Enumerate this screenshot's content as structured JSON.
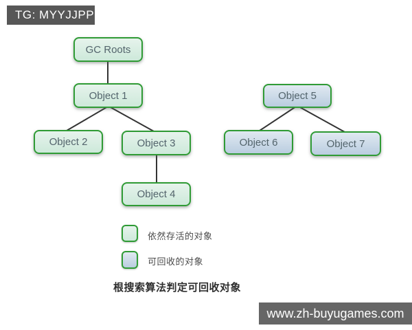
{
  "tag": {
    "label": "TG: MYYJJPP",
    "bg": "#575757",
    "fg": "#ffffff"
  },
  "diagram": {
    "nodes": [
      {
        "id": "gc-roots",
        "label": "GC Roots",
        "type": "alive"
      },
      {
        "id": "object-1",
        "label": "Object 1",
        "type": "alive"
      },
      {
        "id": "object-2",
        "label": "Object 2",
        "type": "alive"
      },
      {
        "id": "object-3",
        "label": "Object 3",
        "type": "alive"
      },
      {
        "id": "object-4",
        "label": "Object 4",
        "type": "alive"
      },
      {
        "id": "object-5",
        "label": "Object 5",
        "type": "recyclable"
      },
      {
        "id": "object-6",
        "label": "Object 6",
        "type": "recyclable"
      },
      {
        "id": "object-7",
        "label": "Object 7",
        "type": "recyclable"
      }
    ],
    "edges": [
      {
        "from": "gc-roots",
        "to": "object-1"
      },
      {
        "from": "object-1",
        "to": "object-2"
      },
      {
        "from": "object-1",
        "to": "object-3"
      },
      {
        "from": "object-3",
        "to": "object-4"
      },
      {
        "from": "object-5",
        "to": "object-6"
      },
      {
        "from": "object-5",
        "to": "object-7"
      }
    ],
    "colors": {
      "node_border": "#2f9b35",
      "alive_fill_top": "#e6f3ec",
      "alive_fill_bottom": "#cde9da",
      "recyclable_fill_top": "#e0e9f1",
      "recyclable_fill_bottom": "#bacde0",
      "edge_line": "#333333",
      "node_text": "#53646c"
    }
  },
  "legend": {
    "items": [
      {
        "swatch": "alive",
        "label": "依然存活的对象"
      },
      {
        "swatch": "recyclable",
        "label": "可回收的对象"
      }
    ]
  },
  "caption": "根搜索算法判定可回收对象",
  "footer": {
    "label": "www.zh-buyugames.com",
    "bg": "#666666",
    "fg": "#ffffff"
  }
}
